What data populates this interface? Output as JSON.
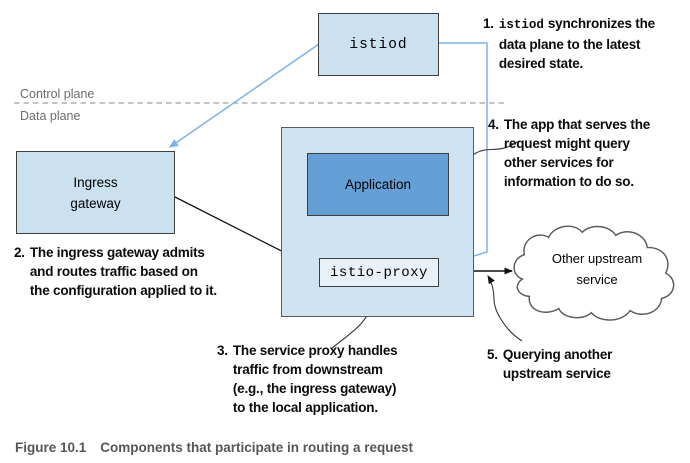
{
  "diagram": {
    "planes": {
      "control": "Control plane",
      "data": "Data plane"
    },
    "nodes": {
      "istiod": "istiod",
      "ingress_line1": "Ingress",
      "ingress_line2": "gateway",
      "application": "Application",
      "istio_proxy": "istio-proxy",
      "cloud_line1": "Other upstream",
      "cloud_line2": "service"
    },
    "annotations": {
      "a1": {
        "num": "1.",
        "mono": "istiod",
        "line1_rest": "synchronizes the",
        "line2": "data plane to the latest",
        "line3": "desired state."
      },
      "a2": {
        "num": "2.",
        "line1": "The ingress gateway admits",
        "line2": "and routes traffic based on",
        "line3": "the configuration applied to it."
      },
      "a3": {
        "num": "3.",
        "line1": "The service proxy handles",
        "line2": "traffic from downstream",
        "line3": "(e.g., the ingress gateway)",
        "line4": "to the local application."
      },
      "a4": {
        "num": "4.",
        "line1": "The app that serves the",
        "line2": "request might query",
        "line3": "other services for",
        "line4": "information to do so."
      },
      "a5": {
        "num": "5.",
        "line1": "Querying another",
        "line2": "upstream service"
      }
    },
    "caption": {
      "label": "Figure 10.1",
      "text": "Components that participate in routing a request"
    },
    "colors": {
      "box_fill": "#cbe1f0",
      "pod_fill": "#cfe3f2",
      "proxy_fill": "#e8f1f8",
      "app_fill": "#64a0d6",
      "box_border": "#3d3e40",
      "pod_border": "#58595b",
      "blue_arrow": "#7db2e8",
      "black_arrow": "#111111",
      "gray_text": "#6b6c6e",
      "caption_color": "#55565a"
    }
  }
}
